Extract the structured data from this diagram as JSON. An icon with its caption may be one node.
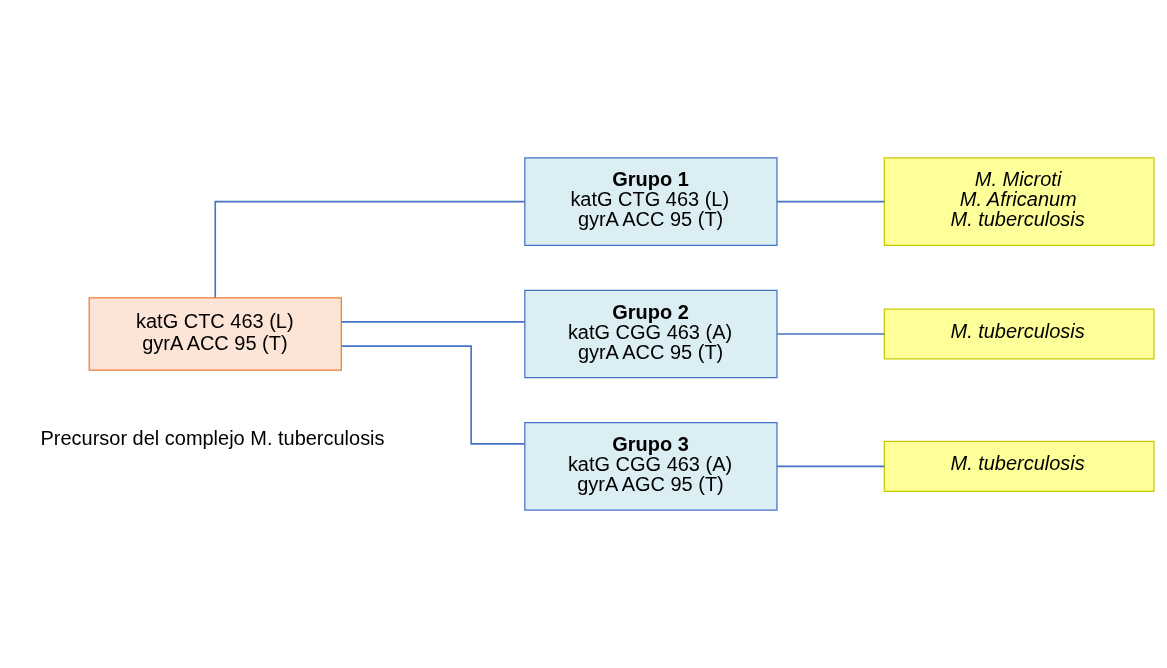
{
  "diagram": {
    "nodes": [
      {
        "text": [
          "katG CTC 463 (L)",
          "gyrA ACC 95 (T)"
        ],
        "beside": [
          "Precursor del complejo M. tuberculosis"
        ]
      },
      {
        "text": [
          "Grupo 1",
          "katG CTG 463 (L)",
          "gyrA ACC 95 (T)"
        ]
      },
      {
        "text": [
          "M. Microti",
          "M. Africanum",
          "M. tuberculosis"
        ]
      },
      {
        "text": [
          "Grupo 2",
          "katG CGG 463 (A)",
          "gyrA ACC 95 (T)"
        ]
      },
      {
        "text": [
          "M. tuberculosis"
        ]
      },
      {
        "text": [
          "Grupo 3",
          "katG CGG 463 (A)",
          "gyrA AGC 95 (T)"
        ]
      },
      {
        "text": [
          "M. tuberculosis"
        ]
      }
    ],
    "edges": [
      {
        "from": 0,
        "to": 1,
        "arrow": "none"
      },
      {
        "from": 0,
        "to": 3,
        "arrow": "none"
      },
      {
        "from": 0,
        "to": 5,
        "arrow": "none"
      },
      {
        "from": 1,
        "to": 2,
        "arrow": "none"
      },
      {
        "from": 3,
        "to": 4,
        "arrow": "none"
      },
      {
        "from": 5,
        "to": 6,
        "arrow": "none"
      }
    ]
  }
}
